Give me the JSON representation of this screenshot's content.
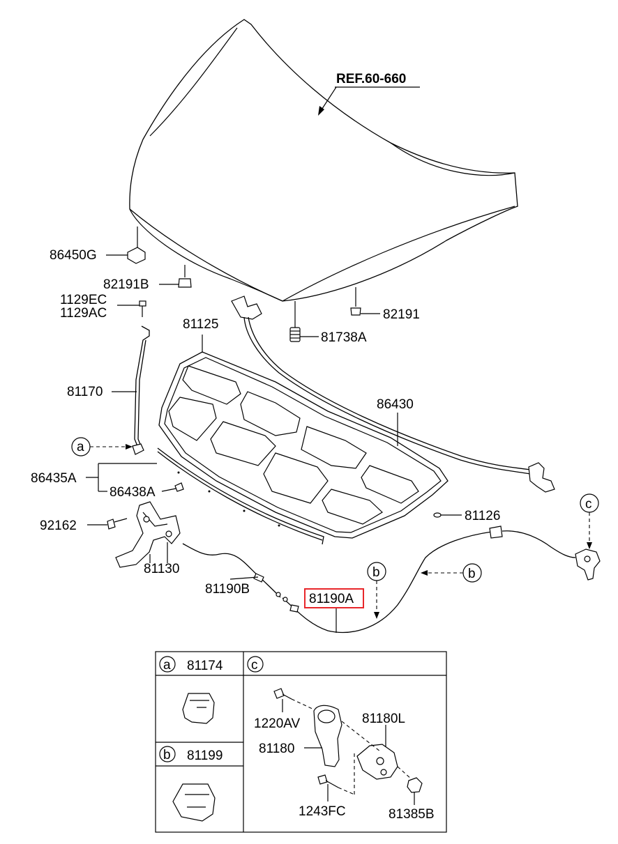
{
  "ref_label": "REF.60-660",
  "labels": {
    "p86450G": "86450G",
    "p82191B": "82191B",
    "p1129EC": "1129EC",
    "p1129AC": "1129AC",
    "p81125": "81125",
    "p81170": "81170",
    "p82191": "82191",
    "p81738A": "81738A",
    "p86430": "86430",
    "p86435A": "86435A",
    "p86438A": "86438A",
    "p92162": "92162",
    "p81126": "81126",
    "p81130": "81130",
    "p81190B": "81190B",
    "p81190A": "81190A"
  },
  "callouts": {
    "a": "a",
    "b": "b",
    "c": "c"
  },
  "table": {
    "cell_a": {
      "letter": "a",
      "part": "81174"
    },
    "cell_b": {
      "letter": "b",
      "part": "81199"
    },
    "cell_c": {
      "letter": "c",
      "parts": {
        "p1220AV": "1220AV",
        "p81180": "81180",
        "p81180L": "81180L",
        "p1243FC": "1243FC",
        "p81385B": "81385B"
      }
    }
  },
  "highlight_color": "#e8262a"
}
